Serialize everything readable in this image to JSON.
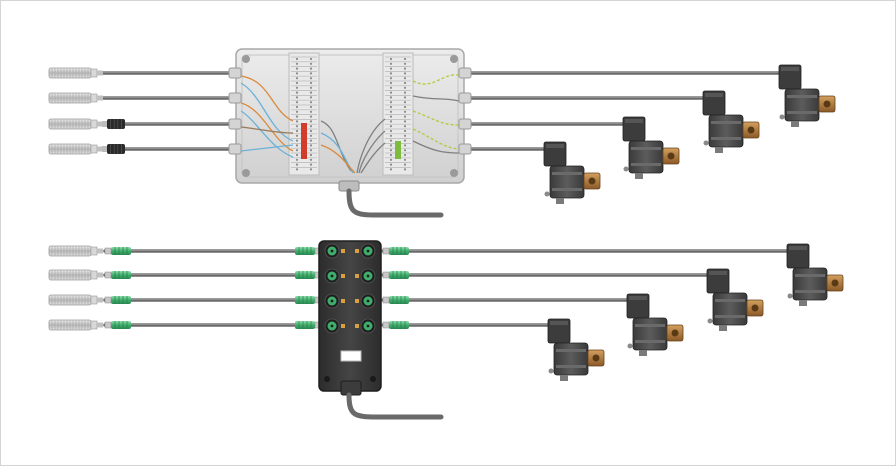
{
  "diagram": {
    "conventional_wiring": {
      "sensor_count": 4,
      "solenoid_valve_count": 4,
      "enclosure": "junction-box-with-terminal-blocks"
    },
    "plug_and_play_wiring": {
      "sensor_count": 4,
      "solenoid_valve_count": 4,
      "distributor": "m12-distribution-box",
      "distributor_port_count": 8
    },
    "colors": {
      "cable": "#6a6a6a",
      "cable_highlight": "#9a9a9a",
      "connector_green": "#3fae6c",
      "valve_body": "#4d4d4d",
      "valve_brass": "#b08040",
      "enclosure": "#e2e2e2",
      "terminal_red": "#d23c2a",
      "terminal_green": "#7dbb3c"
    }
  }
}
